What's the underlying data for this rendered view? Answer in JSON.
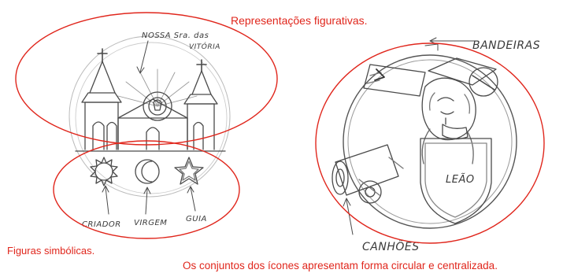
{
  "captions": {
    "top": "Representações figurativas.",
    "left": "Figuras simbólicas.",
    "bottom": "Os conjuntos dos ícones apresentam forma circular e centralizada."
  },
  "sketch_labels": {
    "church_title_1": "NOSSA Sra. das",
    "church_title_2": "VITÓRIA",
    "creator": "CRIADOR",
    "virgin": "VIRGEM",
    "guide": "GUIA",
    "flags": "BANDEIRAS",
    "lion": "LEÃO",
    "cannons": "CANHÕES"
  },
  "colors": {
    "annotation_red": "#e0261c",
    "pencil": "#3a3a3a"
  }
}
